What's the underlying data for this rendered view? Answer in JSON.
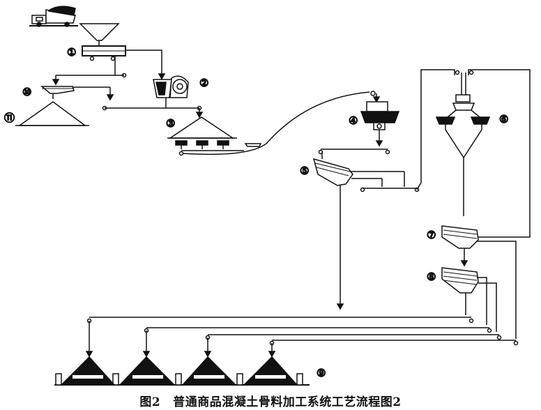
{
  "labels": {
    "n1": "①",
    "n2": "②",
    "n3": "③",
    "n4": "④",
    "n5": "⑤",
    "n6": "⑥",
    "n7": "⑦",
    "n8": "⑧",
    "n9": "⑨",
    "n10": "⑩",
    "n11": "⑪"
  },
  "caption": {
    "label": "图2",
    "title": "普通商品混凝土骨料加工系统工艺流程图2"
  }
}
